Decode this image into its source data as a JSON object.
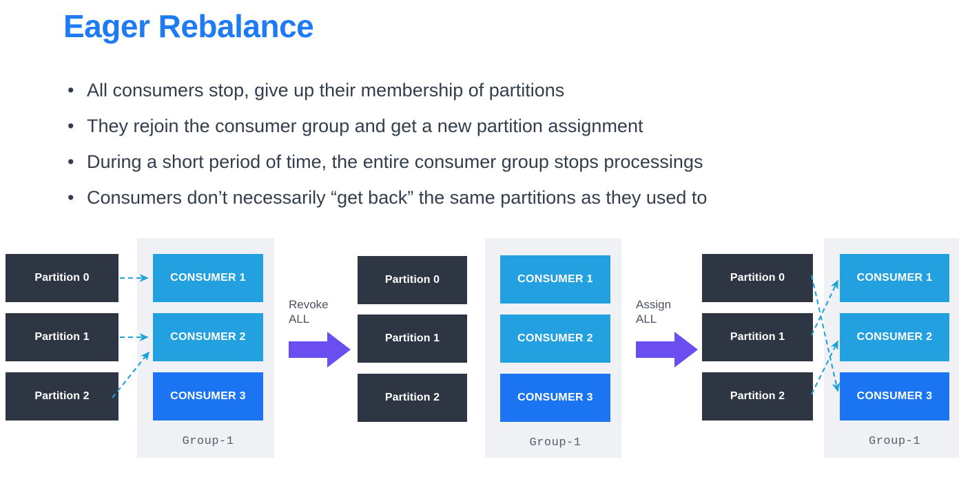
{
  "slide": {
    "title": "Eager Rebalance",
    "title_color": "#1F7BF4",
    "background": "#ffffff"
  },
  "bullets": [
    {
      "marker": "•",
      "text": "All consumers stop, give up their membership of partitions"
    },
    {
      "marker": "•",
      "text": "They rejoin the consumer group and get a new partition assignment"
    },
    {
      "marker": "•",
      "text": "During a short period of time, the entire consumer group stops processings"
    },
    {
      "marker": "•",
      "text": "Consumers don’t necessarily “get back” the same partitions as they used to"
    }
  ],
  "diagram": {
    "colors": {
      "partition_bg": "#2E3644",
      "consumer_light": "#22A0E0",
      "consumer_dark": "#1B74F2",
      "group_panel": "#F0F1F5",
      "arrow_link": "#1FA2D6",
      "step_arrow": "#6A4EF0",
      "group_label_text": "#555E6E"
    },
    "stages": [
      {
        "id": "before",
        "partitions": [
          {
            "label": "Partition 0"
          },
          {
            "label": "Partition 1"
          },
          {
            "label": "Partition 2"
          }
        ],
        "consumers": [
          {
            "label": "CONSUMER 1",
            "tone": "light"
          },
          {
            "label": "CONSUMER 2",
            "tone": "light"
          },
          {
            "label": "CONSUMER 3",
            "tone": "dark"
          }
        ],
        "group_label": "Group-1",
        "assignments": [
          {
            "from": "Partition 0",
            "to": "CONSUMER 1"
          },
          {
            "from": "Partition 1",
            "to": "CONSUMER 2"
          },
          {
            "from": "Partition 2",
            "to": "CONSUMER 2"
          }
        ]
      },
      {
        "id": "revoked",
        "partitions": [
          {
            "label": "Partition 0"
          },
          {
            "label": "Partition 1"
          },
          {
            "label": "Partition 2"
          }
        ],
        "consumers": [
          {
            "label": "CONSUMER 1",
            "tone": "light"
          },
          {
            "label": "CONSUMER 2",
            "tone": "light"
          },
          {
            "label": "CONSUMER 3",
            "tone": "dark"
          }
        ],
        "group_label": "Group-1",
        "assignments": []
      },
      {
        "id": "after",
        "partitions": [
          {
            "label": "Partition 0"
          },
          {
            "label": "Partition 1"
          },
          {
            "label": "Partition 2"
          }
        ],
        "consumers": [
          {
            "label": "CONSUMER 1",
            "tone": "light"
          },
          {
            "label": "CONSUMER 2",
            "tone": "light"
          },
          {
            "label": "CONSUMER 3",
            "tone": "dark"
          }
        ],
        "group_label": "Group-1",
        "assignments": [
          {
            "from": "Partition 0",
            "to": "CONSUMER 3"
          },
          {
            "from": "Partition 1",
            "to": "CONSUMER 1"
          },
          {
            "from": "Partition 2",
            "to": "CONSUMER 2"
          }
        ]
      }
    ],
    "transitions": [
      {
        "id": "revoke",
        "line1": "Revoke",
        "line2": "ALL"
      },
      {
        "id": "assign",
        "line1": "Assign",
        "line2": "ALL"
      }
    ]
  }
}
